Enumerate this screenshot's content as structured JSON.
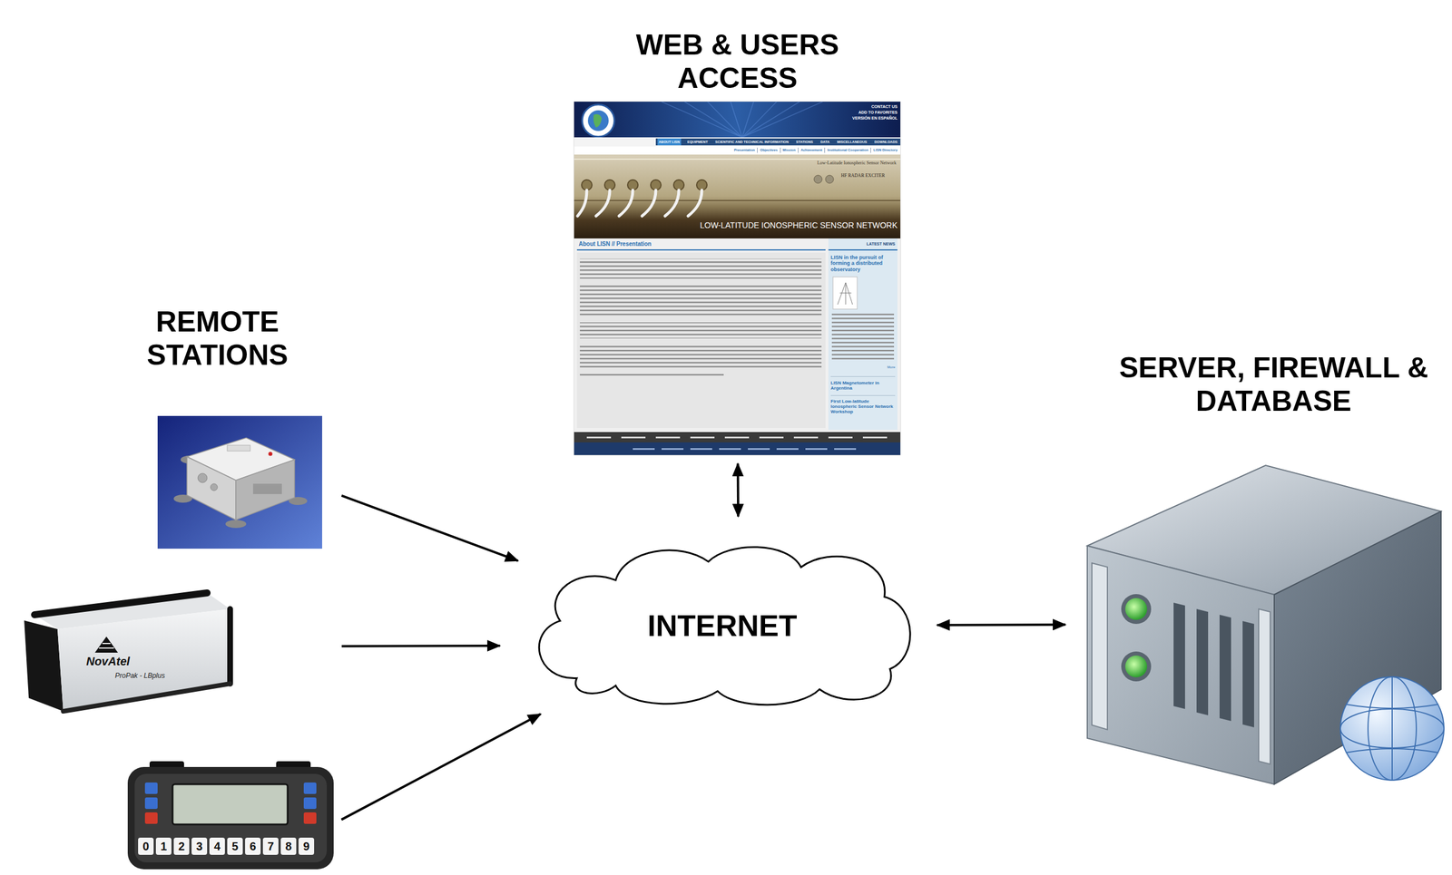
{
  "diagram": {
    "nodes": [
      {
        "text": [
          "WEB & USERS ACCESS"
        ]
      },
      {
        "text": [
          "REMOTE STATIONS"
        ]
      },
      {
        "text": [
          "INTERNET"
        ]
      },
      {
        "text": [
          "SERVER, FIREWALL & DATABASE"
        ]
      }
    ],
    "edges": [
      {
        "from": 1,
        "to": 2,
        "arrow": "to"
      },
      {
        "from": 1,
        "to": 2,
        "arrow": "to"
      },
      {
        "from": 1,
        "to": 2,
        "arrow": "to"
      },
      {
        "from": 0,
        "to": 2,
        "arrow": "both"
      },
      {
        "from": 2,
        "to": 3,
        "arrow": "both"
      }
    ],
    "labels": [
      "CONTACT US",
      "ADD TO FAVORITES",
      "VERSIÓN EN ESPAÑOL",
      "ABOUT LISN",
      "EQUIPMENT",
      "SCIENTIFIC AND TECHNICAL INFORMATION",
      "STATIONS",
      "DATA",
      "MISCELLANEOUS",
      "DOWNLOADS",
      "Presentation",
      "Objectives",
      "Mission",
      "Achievement",
      "Institutional Cooperation",
      "LISN Directory",
      "Low-Latitude Ionospheric Sensor Network",
      "HF RADAR EXCITER",
      "LOW-LATITUDE IONOSPHERIC SENSOR NETWORK",
      "About LISN // Presentation",
      "LATEST NEWS",
      "LISN in the pursuit of forming a distributed observatory",
      "More",
      "LISN Magnetometer in Argentina",
      "First Low-latitude Ionospheric Sensor Network Workshop",
      "NovAtel",
      "ProPak - LBplus",
      "0",
      "1",
      "2",
      "3",
      "4",
      "5",
      "6",
      "7",
      "8",
      "9"
    ]
  }
}
